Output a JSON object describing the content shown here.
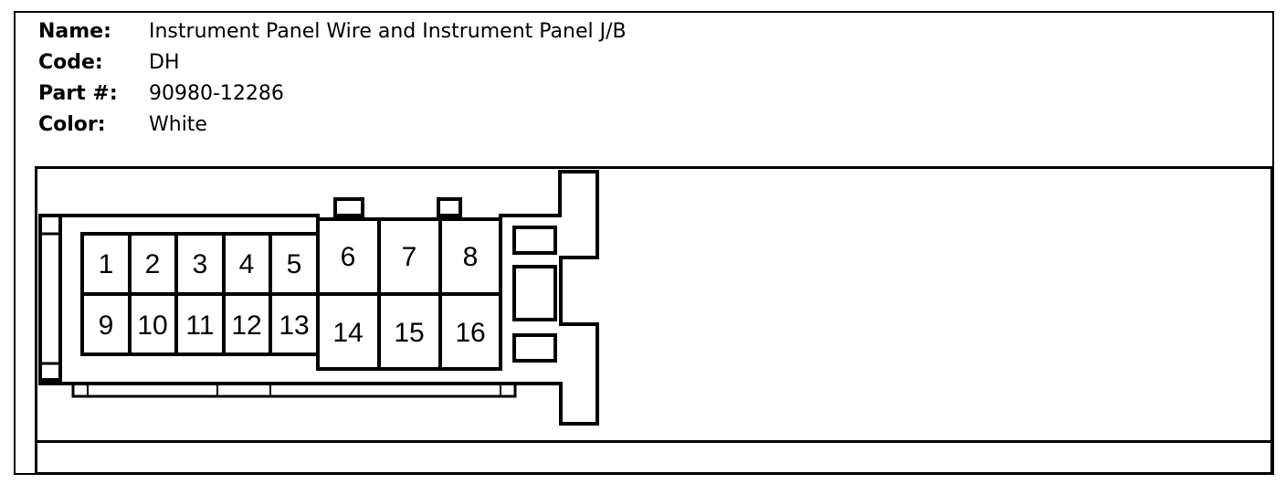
{
  "info": {
    "name_label": "Name:",
    "name_value": "Instrument Panel Wire and Instrument Panel J/B",
    "code_label": "Code:",
    "code_value": "DH",
    "part_label": "Part #:",
    "part_value": "90980-12286",
    "color_label": "Color:",
    "color_value": "White"
  },
  "pins": [
    {
      "label": "1"
    },
    {
      "label": "2"
    },
    {
      "label": "3"
    },
    {
      "label": "4"
    },
    {
      "label": "5"
    },
    {
      "label": "6"
    },
    {
      "label": "7"
    },
    {
      "label": "8"
    },
    {
      "label": "9"
    },
    {
      "label": "10"
    },
    {
      "label": "11"
    },
    {
      "label": "12"
    },
    {
      "label": "13"
    },
    {
      "label": "14"
    },
    {
      "label": "15"
    },
    {
      "label": "16"
    }
  ]
}
